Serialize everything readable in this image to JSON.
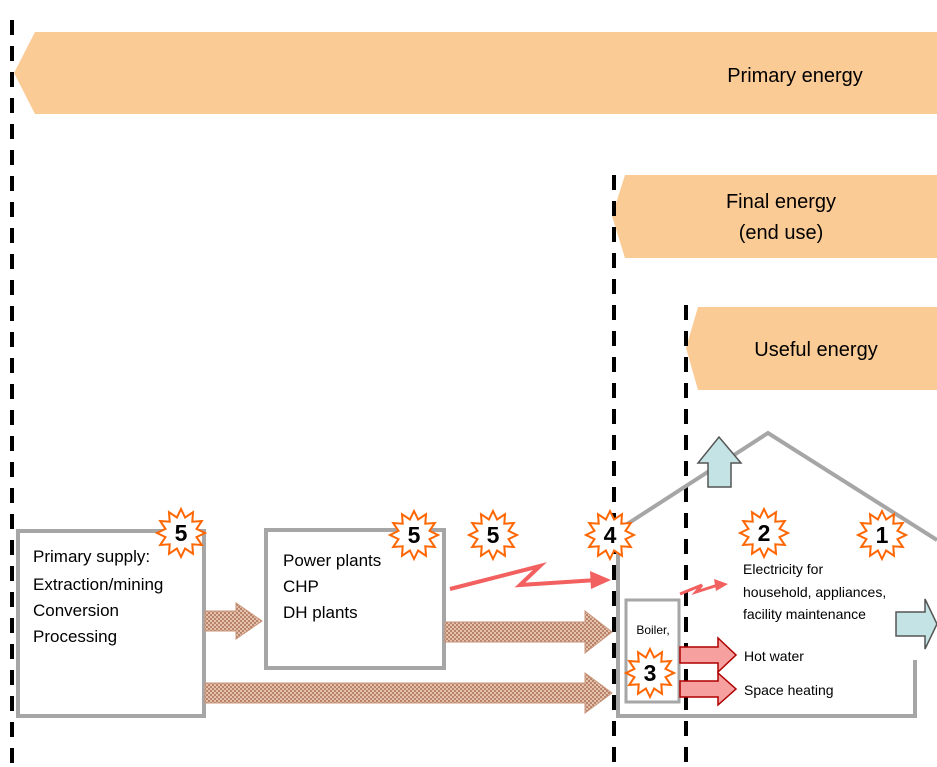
{
  "bands": {
    "primary": "Primary energy",
    "final_line1": "Final energy",
    "final_line2": "(end use)",
    "useful": "Useful energy"
  },
  "boxes": {
    "primary_supply": {
      "title": "Primary supply:",
      "lines": [
        "Extraction/mining",
        "Conversion",
        "Processing"
      ]
    },
    "power_plants": {
      "lines": [
        "Power plants",
        "CHP",
        "DH plants"
      ]
    },
    "boiler": "Boiler,"
  },
  "house": {
    "electricity_lines": [
      "Electricity for",
      "household, appliances,",
      "facility maintenance"
    ],
    "hot_water": "Hot water",
    "space_heating": "Space heating"
  },
  "badges": {
    "primary_supply": "5",
    "power_plants": "5",
    "transmission": "5",
    "final_energy": "4",
    "boiler": "3",
    "electricity": "2",
    "useful": "1"
  },
  "colors": {
    "band_fill": "#fbcb96",
    "box_stroke": "#a6a6a6",
    "flow_arrow": "#c8957a",
    "electric_arrow": "#f26060",
    "heat_arrow": "#f6a0a0",
    "loss_arrow": "#c3e3e5",
    "badge_stroke": "#ff6600"
  }
}
